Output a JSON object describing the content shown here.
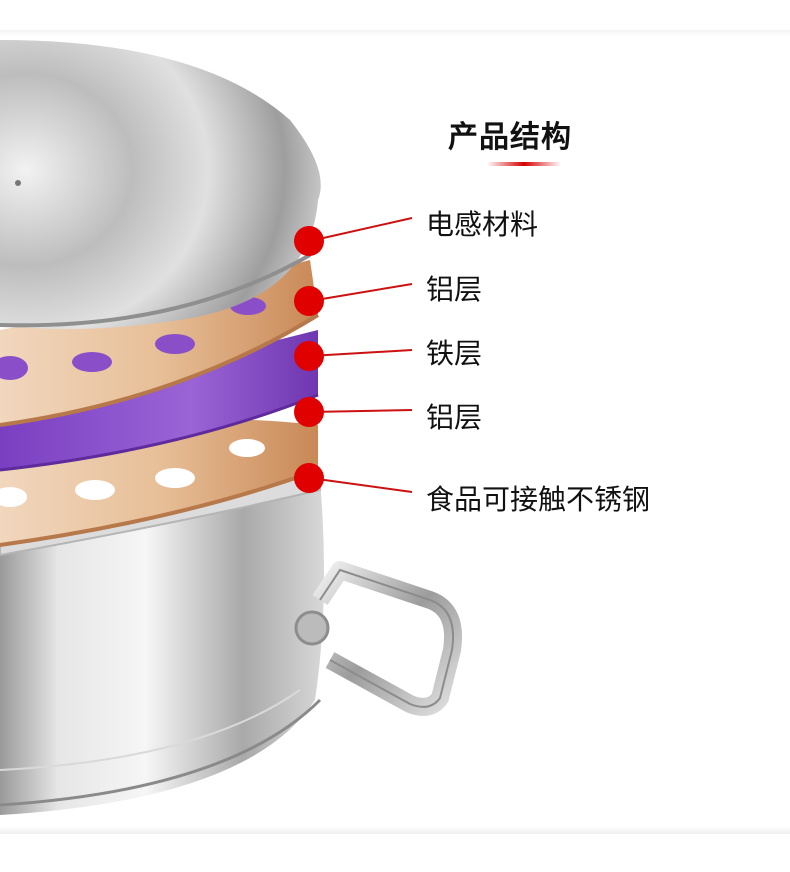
{
  "title": "产品结构",
  "layers": [
    {
      "label": "电感材料"
    },
    {
      "label": "铝层"
    },
    {
      "label": "铁层"
    },
    {
      "label": "铝层"
    },
    {
      "label": "食品可接触不锈钢"
    }
  ],
  "colors": {
    "marker": "#e00000",
    "connector": "#cc1111",
    "aluminum": "#c9895a",
    "iron": "#8a4fc8",
    "steel": "#c8c8c8"
  }
}
